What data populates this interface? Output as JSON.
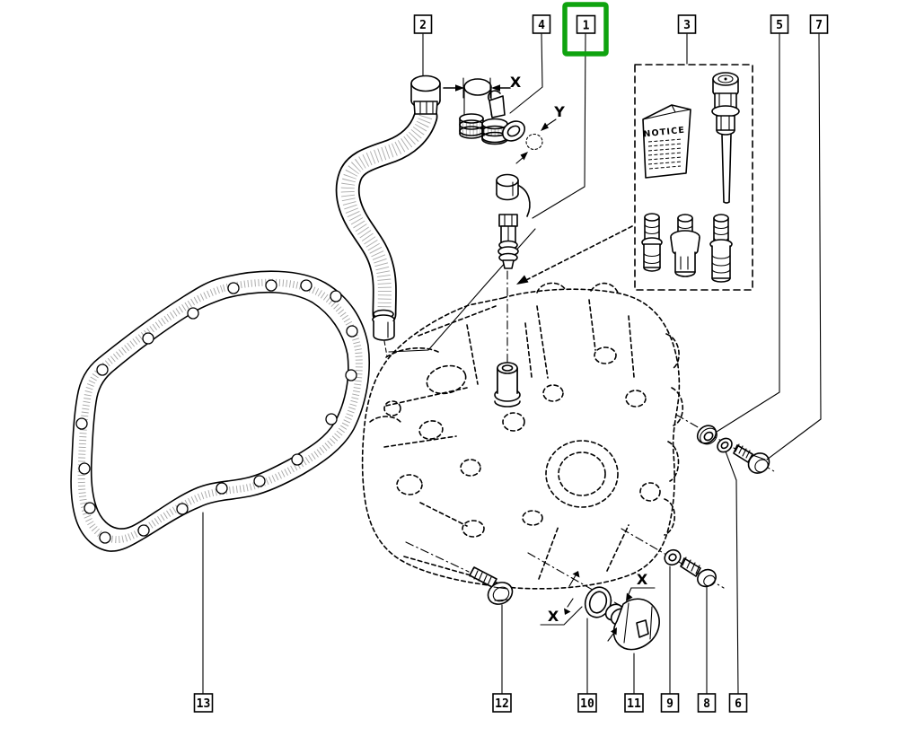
{
  "colors": {
    "paper": "#ffffff",
    "ink": "#000000",
    "highlight_green": "#0fa30f"
  },
  "callouts": {
    "top": [
      {
        "label": "2"
      },
      {
        "label": "4"
      },
      {
        "label": "1",
        "highlighted": true
      },
      {
        "label": "3"
      },
      {
        "label": "5"
      },
      {
        "label": "7"
      }
    ],
    "bottom": [
      {
        "label": "13"
      },
      {
        "label": "12"
      },
      {
        "label": "10"
      },
      {
        "label": "11"
      },
      {
        "label": "9"
      },
      {
        "label": "8"
      },
      {
        "label": "6"
      }
    ]
  },
  "markers": {
    "x": "X",
    "y": "Y"
  },
  "kit": {
    "notice_title": "NOTICE"
  }
}
